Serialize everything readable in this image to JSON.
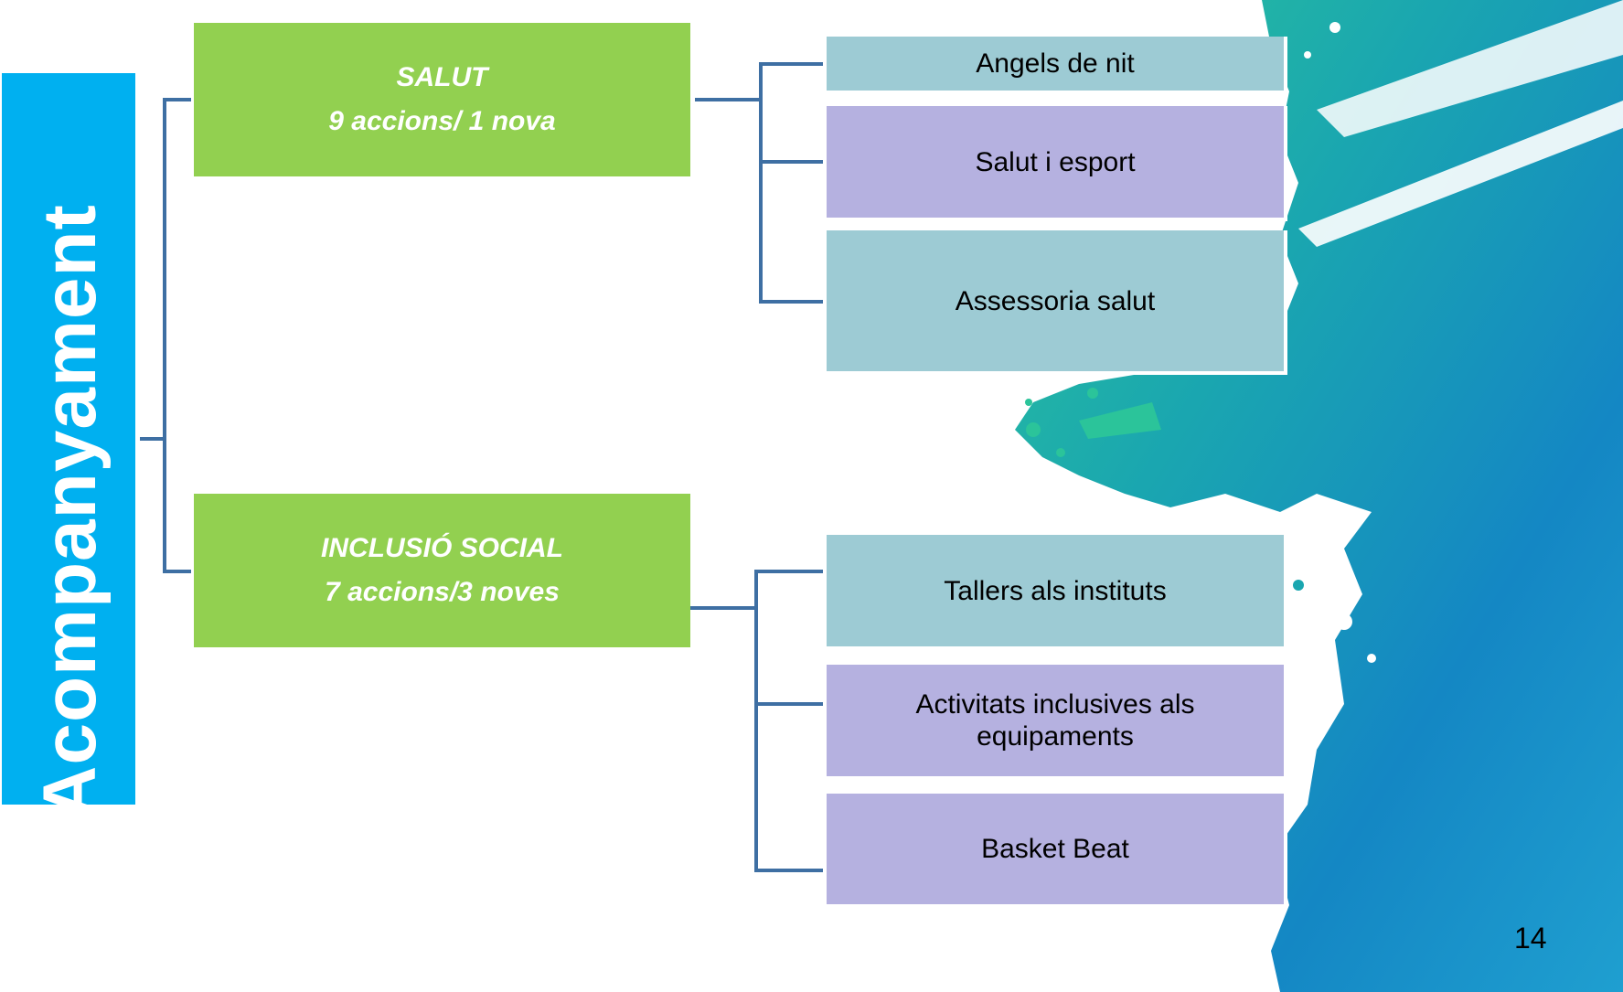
{
  "diagram": {
    "root": {
      "label": "Acompanyament"
    },
    "categories": [
      {
        "title": "SALUT",
        "subtitle": "9 accions/ 1 nova",
        "actions": [
          "Angels de nit",
          "Salut i esport",
          "Assessoria salut"
        ]
      },
      {
        "title": "INCLUSIÓ SOCIAL",
        "subtitle": "7 accions/3 noves",
        "actions": [
          "Tallers als instituts",
          "Activitats inclusives als equipaments",
          "Basket Beat"
        ]
      }
    ]
  },
  "colors": {
    "root": "#00b0f0",
    "category": "#92d050",
    "action_teal": "#9dcbd4",
    "action_lavender": "#b5b1e0",
    "connector": "#3e6fa3"
  },
  "slide": {
    "page_number": "14"
  }
}
